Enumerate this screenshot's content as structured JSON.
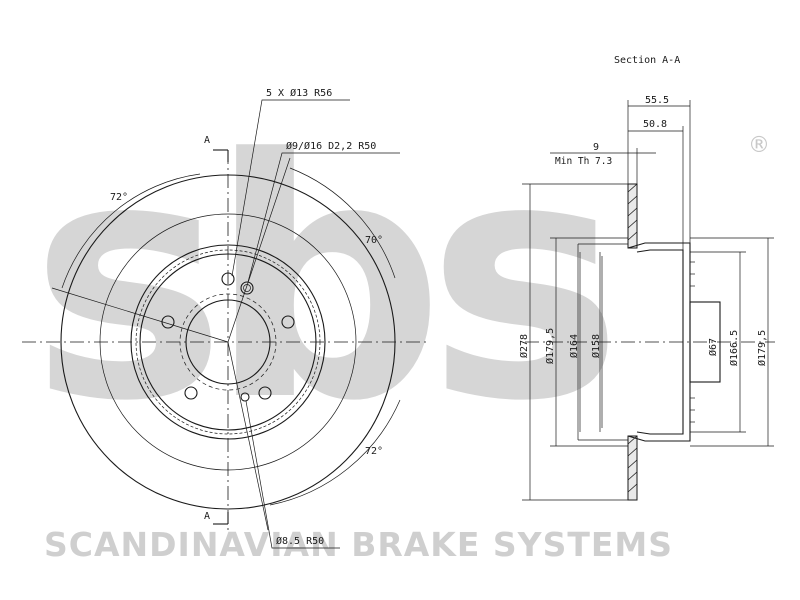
{
  "watermark": {
    "logo_text": "sbs",
    "brand_line": "SCANDINAVIAN BRAKE SYSTEMS",
    "registered_mark": "®"
  },
  "front_view": {
    "bolt_pattern_label": "5 X Ø13 R56",
    "hole_label": "Ø9/Ø16 D2,2 R50",
    "small_hole_label": "Ø8.5 R50",
    "angle_top_left": "72°",
    "angle_right": "70°",
    "angle_bottom_right": "72°",
    "section_marker_top": "A",
    "section_marker_bottom": "A"
  },
  "section_view": {
    "title": "Section A-A",
    "dim_overall_width": "55.5",
    "dim_hat_width": "50.8",
    "dim_thickness": "9",
    "dim_min_thickness": "Min Th 7.3",
    "dia_outer": "Ø278",
    "dia_drum_outer": "Ø179,5",
    "dia_drum_mid": "Ø164",
    "dia_drum_inner": "Ø158",
    "dia_center_bore": "Ø67",
    "dia_hat_inner": "Ø166.5",
    "dia_hat_outer": "Ø179,5"
  }
}
